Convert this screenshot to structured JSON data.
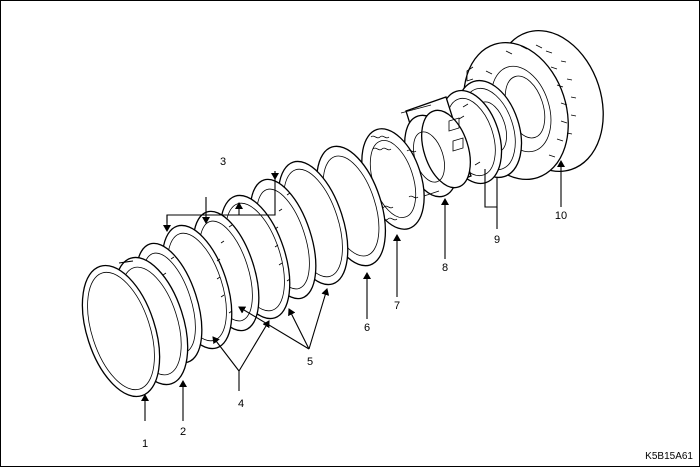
{
  "callouts": [
    {
      "id": "1",
      "text": "1"
    },
    {
      "id": "2",
      "text": "2"
    },
    {
      "id": "3",
      "text": "3"
    },
    {
      "id": "4",
      "text": "4"
    },
    {
      "id": "5",
      "text": "5"
    },
    {
      "id": "6",
      "text": "6"
    },
    {
      "id": "7",
      "text": "7"
    },
    {
      "id": "8",
      "text": "8"
    },
    {
      "id": "9",
      "text": "9"
    },
    {
      "id": "10",
      "text": "10"
    }
  ],
  "figure_code": "K5B15A61"
}
